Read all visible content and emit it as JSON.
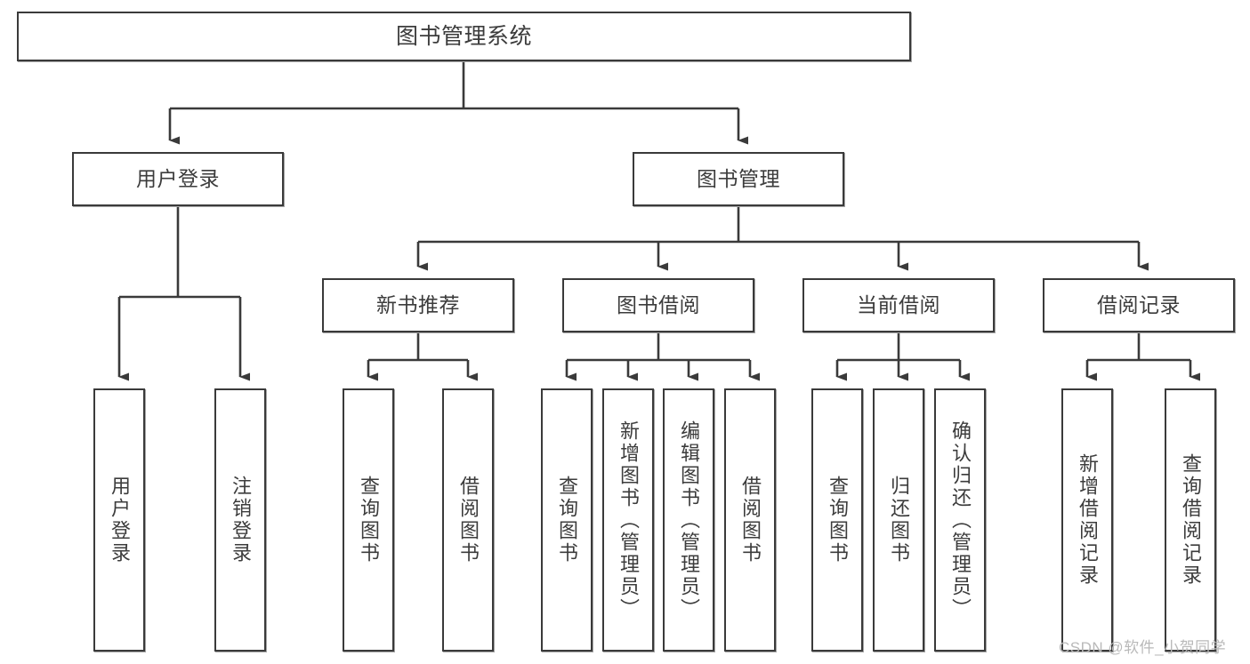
{
  "diagram": {
    "title": "图书管理系统",
    "type": "tree",
    "colors": {
      "box_border": "#3a3a3a",
      "box_fill": "#ffffff",
      "text": "#3c3c3c",
      "edge": "#3a3a3a",
      "watermark": "#b9b9b9",
      "background": "#ffffff"
    },
    "root": {
      "label": "图书管理系统"
    },
    "level2": [
      {
        "label": "用户登录"
      },
      {
        "label": "图书管理"
      }
    ],
    "level3": [
      {
        "label": "新书推荐"
      },
      {
        "label": "图书借阅"
      },
      {
        "label": "当前借阅"
      },
      {
        "label": "借阅记录"
      }
    ],
    "leaves": {
      "user_login": [
        {
          "label": "用户登录"
        },
        {
          "label": "注销登录"
        }
      ],
      "new_book_recommend": [
        {
          "label": "查询图书"
        },
        {
          "label": "借阅图书"
        }
      ],
      "book_borrow": [
        {
          "label": "查询图书"
        },
        {
          "label": "新增图书（管理员）"
        },
        {
          "label": "编辑图书（管理员）"
        },
        {
          "label": "借阅图书"
        }
      ],
      "current_borrow": [
        {
          "label": "查询图书"
        },
        {
          "label": "归还图书"
        },
        {
          "label": "确认归还（管理员）"
        }
      ],
      "borrow_record": [
        {
          "label": "新增借阅记录"
        },
        {
          "label": "查询借阅记录"
        }
      ]
    },
    "watermark": "CSDN @软件_小贺同学"
  }
}
